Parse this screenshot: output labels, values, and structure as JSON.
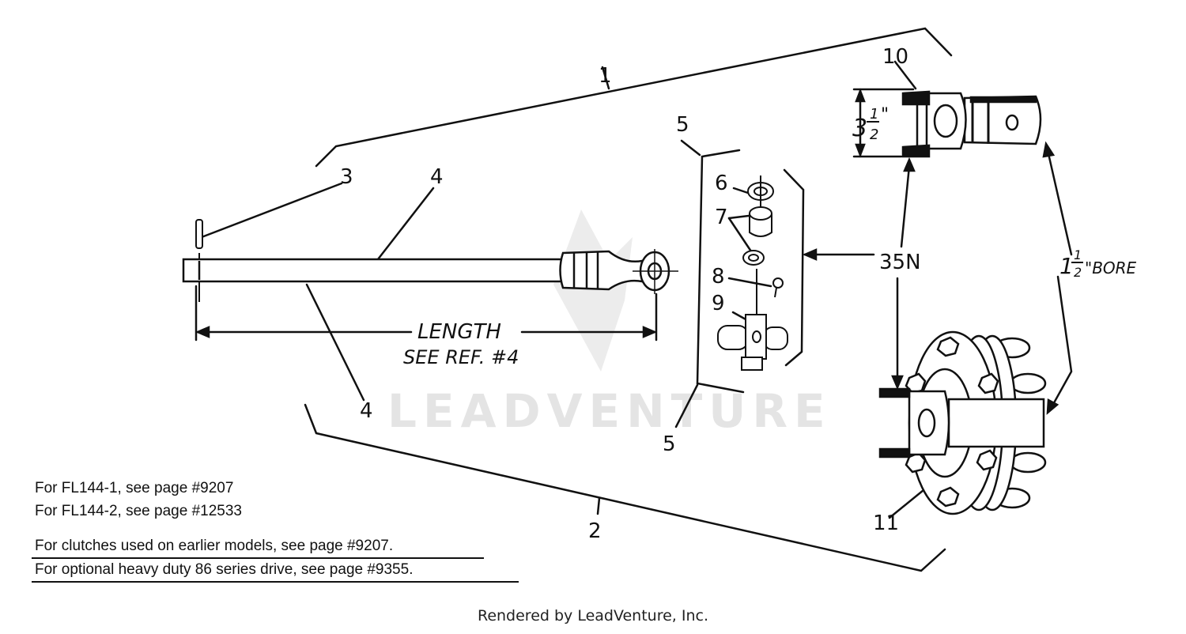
{
  "watermark": "LEADVENTURE",
  "callouts": {
    "c1": "1",
    "c2": "2",
    "c3": "3",
    "c4a": "4",
    "c4b": "4",
    "c5a": "5",
    "c5b": "5",
    "c6": "6",
    "c7": "7",
    "c8": "8",
    "c9": "9",
    "c10": "10",
    "c11": "11",
    "kit": "35N"
  },
  "dimensions": {
    "length_line1": "LENGTH",
    "length_line2": "SEE REF. #4",
    "height_whole": "3",
    "height_num": "1",
    "height_den": "2",
    "height_unit": "\"",
    "bore_whole": "1",
    "bore_num": "1",
    "bore_den": "2",
    "bore_unit": "\"BORE"
  },
  "notes": [
    "For FL144-1, see page #9207",
    "For FL144-2, see page #12533",
    "For clutches used on earlier models, see page #9207.",
    "For optional heavy duty 86 series drive, see page #9355."
  ],
  "footer": "Rendered by LeadVenture, Inc."
}
